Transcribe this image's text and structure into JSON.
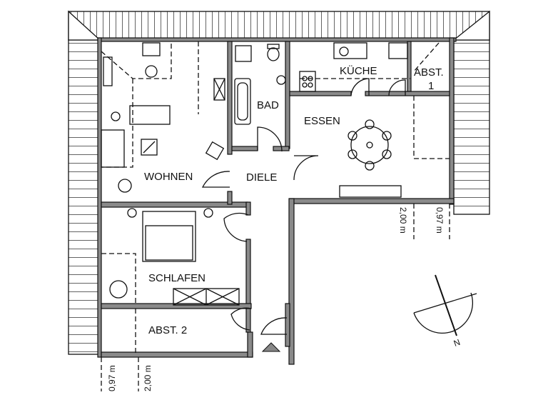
{
  "rooms": {
    "wohnen": "WOHNEN",
    "diele": "DIELE",
    "bad": "BAD",
    "kueche": "KÜCHE",
    "abst1_line1": "ABST.",
    "abst1_line2": "1",
    "essen": "ESSEN",
    "schlafen": "SCHLAFEN",
    "abst2": "ABST. 2"
  },
  "dimensions": {
    "right_200": "2,00 m",
    "right_097": "0,97 m",
    "bottom_097": "0,97 m",
    "bottom_200": "2,00 m"
  },
  "compass": {
    "north_label": "N"
  },
  "colors": {
    "wall": "#8a8a8a",
    "line": "#111111"
  }
}
